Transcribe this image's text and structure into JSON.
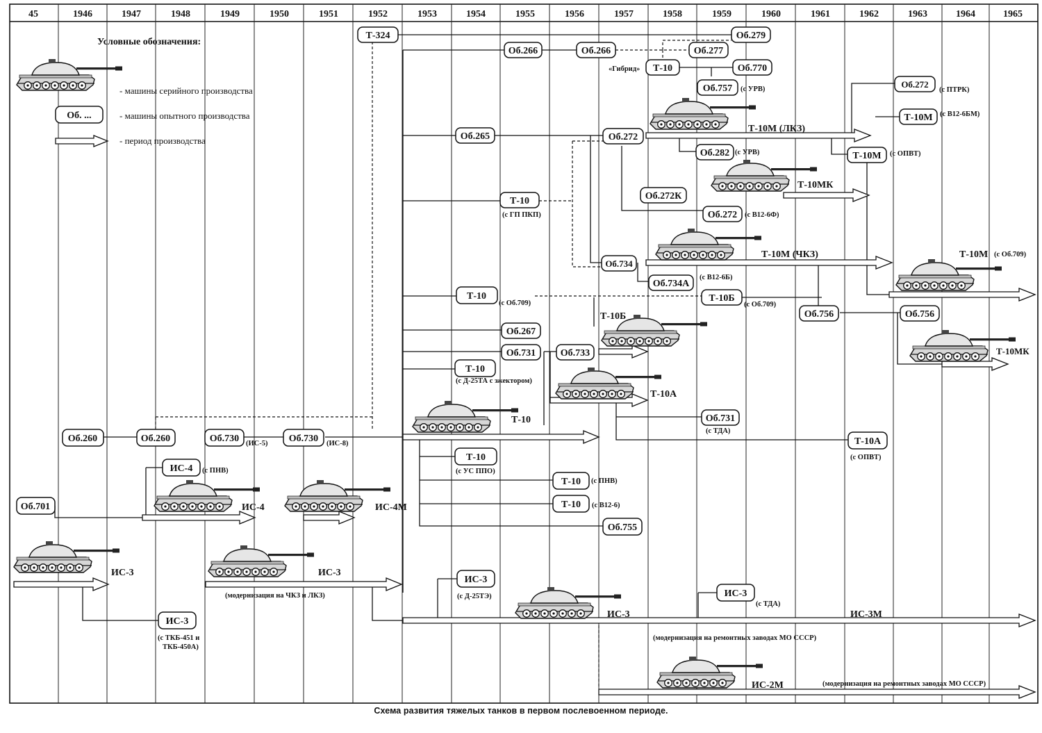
{
  "years": [
    "45",
    "1946",
    "1947",
    "1948",
    "1949",
    "1950",
    "1951",
    "1952",
    "1953",
    "1954",
    "1955",
    "1956",
    "1957",
    "1958",
    "1959",
    "1960",
    "1961",
    "1962",
    "1963",
    "1964",
    "1965"
  ],
  "legend": {
    "title": "Условные обозначения:",
    "serial": "- машины серийного производства",
    "proto_box": "Об. ...",
    "proto": "- машины опытного производства",
    "period": "- период производства"
  },
  "boxes": {
    "t324": "Т-324",
    "ob279": "Об.279",
    "ob266a": "Об.266",
    "ob266b": "Об.266",
    "ob277": "Об.277",
    "t10_hybrid": "Т-10",
    "ob770": "Об.770",
    "ob757": "Об.757",
    "ob272_top": "Об.272",
    "t10m_b12": "Т-10М",
    "ob265": "Об.265",
    "ob272": "Об.272",
    "ob282": "Об.282",
    "t10m_opvt": "Т-10М",
    "t10_gp": "Т-10",
    "ob272k": "Об.272К",
    "ob272_b12": "Об.272",
    "ob734": "Об.734",
    "ob734a": "Об.734А",
    "t10_709": "Т-10",
    "t10b_709": "Т-10Б",
    "ob756a": "Об.756",
    "ob756b": "Об.756",
    "ob267": "Об.267",
    "ob731a": "Об.731",
    "ob733": "Об.733",
    "t10_d25": "Т-10",
    "ob731b": "Об.731",
    "t10a_opvt": "Т-10А",
    "ob260a": "Об.260",
    "ob260b": "Об.260",
    "ob730a": "Об.730",
    "ob730b": "Об.730",
    "is4_pnv": "ИС-4",
    "t10_us": "Т-10",
    "t10_pnv": "Т-10",
    "t10_b126": "Т-10",
    "ob701": "Об.701",
    "ob755": "Об.755",
    "is3_d25": "ИС-3",
    "is3_tda": "ИС-3",
    "is3_tkb": "ИС-3"
  },
  "labels": {
    "gibrid": "«Гибрид»",
    "s_urv1": "(с УРВ)",
    "s_ptrk": "(с ПТРК)",
    "s_b12_6bm": "(с В12-6БМ)",
    "t10m_lkz": "Т-10М (ЛКЗ)",
    "s_urv2": "(с УРВ)",
    "s_opvt1": "(с ОПВТ)",
    "t10mk_a": "Т-10МК",
    "s_gp_pkp": "(с ГП ПКП)",
    "s_b12_6f": "(с В12-6Ф)",
    "t10m_chkz": "Т-10М (ЧКЗ)",
    "t10m_709": "Т-10М",
    "s_ob709_a": "(с Об.709)",
    "s_b12_6b": "(с В12-6Б)",
    "s_ob709_b": "(с Об.709)",
    "s_ob709_c": "(с Об.709)",
    "t10b": "Т-10Б",
    "t10mk_b": "Т-10МК",
    "s_d25ta": "(с Д-25ТА с эжектором)",
    "t10a": "Т-10А",
    "t10": "Т-10",
    "s_tda1": "(с ТДА)",
    "s_opvt2": "(с ОПВТ)",
    "is5": "(ИС-5)",
    "is8": "(ИС-8)",
    "s_pnv1": "(с ПНВ)",
    "s_us_ppo": "(с УС ППО)",
    "s_pnv2": "(с ПНВ)",
    "s_b12_6": "(с В12-6)",
    "is4": "ИС-4",
    "is4m": "ИС-4М",
    "is3_a": "ИС-3",
    "is3_b": "ИС-3",
    "modern_chkz_lkz": "(модернизация на ЧКЗ и ЛКЗ)",
    "s_d25te": "(с Д-25ТЭ)",
    "s_tda2": "(с ТДА)",
    "is3_c": "ИС-3",
    "is3m": "ИС-3М",
    "s_tkb_1": "(с ТКБ-451 и",
    "s_tkb_2": "ТКБ-450А)",
    "modern_mo_1": "(модернизация на ремонтных заводах МО СССР)",
    "is2m": "ИС-2М",
    "modern_mo_2": "(модернизация на ремонтных заводах МО СССР)"
  },
  "caption": "Схема развития тяжелых танков в первом послевоенном периоде."
}
